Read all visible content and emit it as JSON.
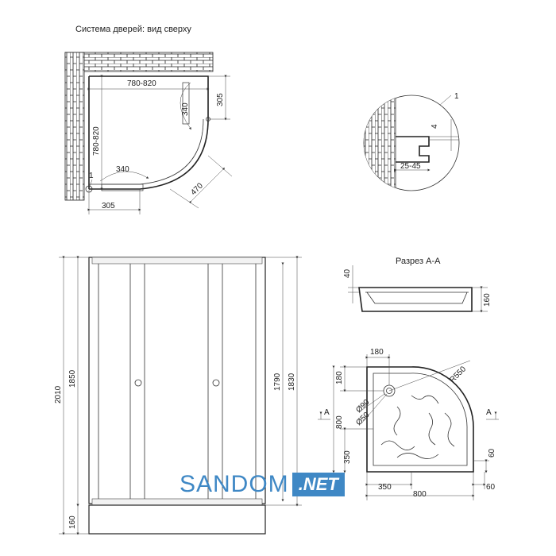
{
  "top_view": {
    "title": "Система дверей: вид сверху",
    "dim_width": "780-820",
    "dim_depth": "780-820",
    "dim_305_right": "305",
    "dim_305_bottom": "305",
    "dim_340_top": "340",
    "dim_340_bottom": "340",
    "dim_470": "470",
    "callout_1": "1"
  },
  "detail": {
    "callout_1": "1",
    "dim_4": "4",
    "dim_range": "25-45"
  },
  "front_view": {
    "dim_2010": "2010",
    "dim_1850": "1850",
    "dim_1790": "1790",
    "dim_1830": "1830",
    "dim_160": "160"
  },
  "section": {
    "title": "Разрез А-А",
    "dim_40": "40",
    "dim_160": "160"
  },
  "tray_plan": {
    "dim_180_top": "180",
    "dim_180_side": "180",
    "dim_r550": "R550",
    "dim_d90": "Ø90",
    "dim_d50": "Ø50",
    "dim_800_side": "800",
    "dim_350_side": "350",
    "dim_350_bottom": "350",
    "dim_800_bottom": "800",
    "dim_60_bottom": "60",
    "dim_60_right": "60",
    "section_a_left": "A",
    "section_a_right": "A"
  },
  "watermark": {
    "brand": "SANDOM",
    "suffix": ".NET",
    "brand_color": "#3f88c5",
    "suffix_bg": "#3f88c5"
  }
}
